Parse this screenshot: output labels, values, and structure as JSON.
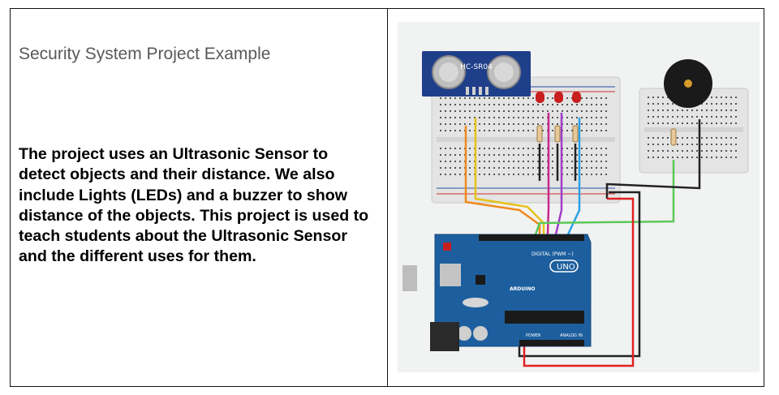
{
  "document": {
    "subtitle": "Security System Project Example",
    "description": "The project uses an Ultrasonic Sensor to detect objects and their distance. We also include Lights (LEDs) and a buzzer to show distance of the objects. This project is used to teach students about the Ultrasonic Sensor and the different uses for them."
  },
  "circuit": {
    "sensor_label": "HC-SR04",
    "board_brand": "ARDUINO",
    "board_model": "UNO",
    "digital_label": "DIGITAL (PWM ~)",
    "power_label": "POWER",
    "analog_label": "ANALOG IN",
    "colors": {
      "board": "#1d5f9e",
      "breadboard": "#e2e2e2",
      "led": "#c81e1e",
      "wire_orange": "#f08a1a",
      "wire_yellow": "#e6c21a",
      "wire_purple": "#a03cc8",
      "wire_magenta": "#c8288c",
      "wire_blue": "#2aa0e6",
      "wire_green": "#5cc85a",
      "wire_red": "#e02020",
      "wire_black": "#222222"
    }
  }
}
